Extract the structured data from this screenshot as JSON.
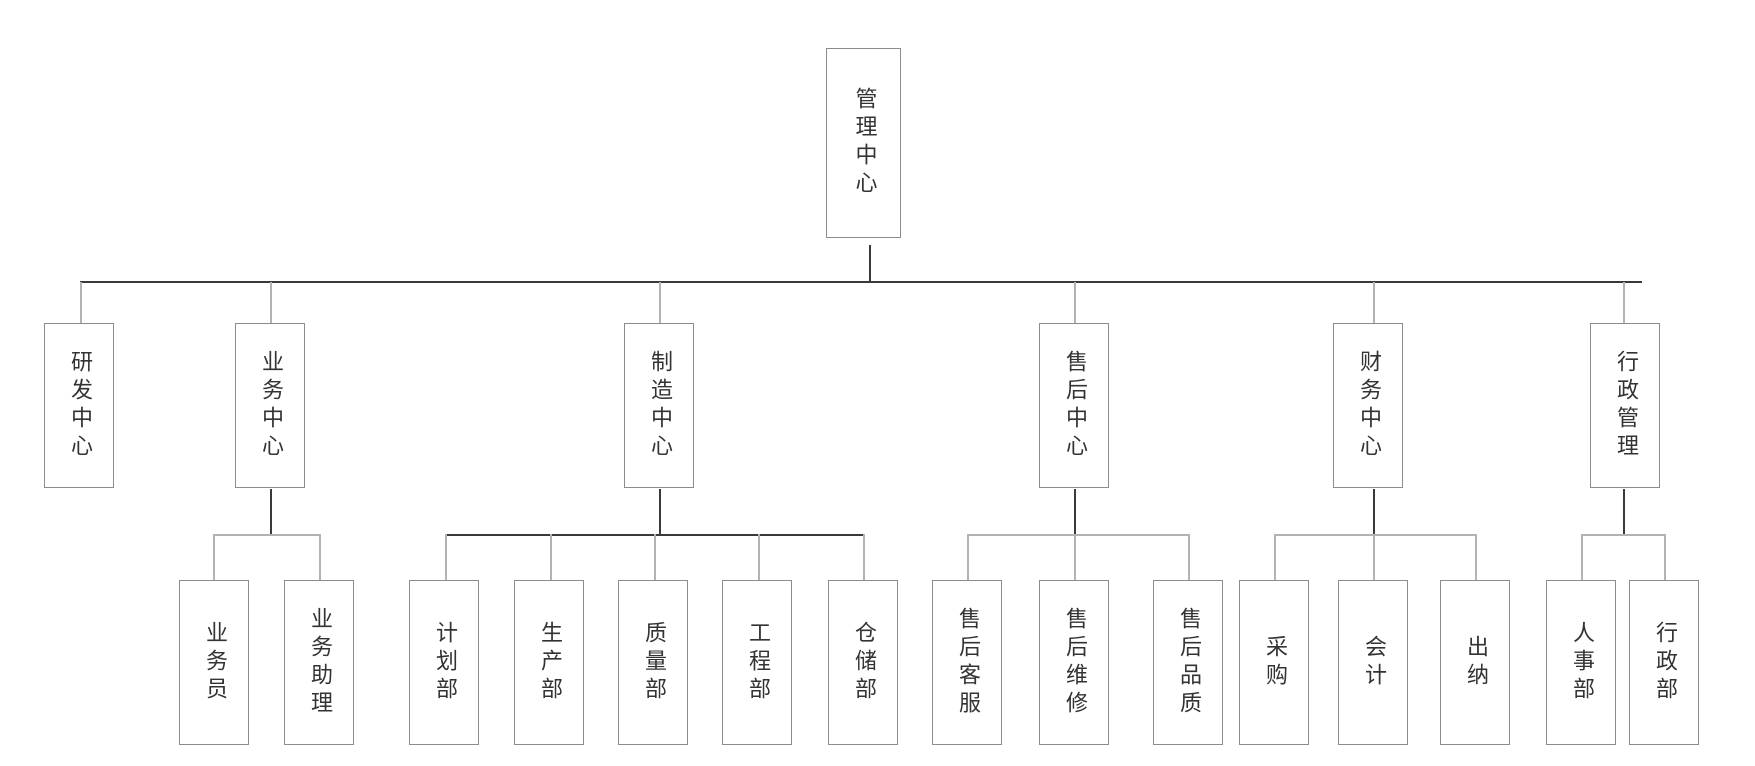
{
  "root": {
    "label": "管理中心"
  },
  "centers": [
    {
      "label": "研发中心",
      "children": []
    },
    {
      "label": "业务中心",
      "children": [
        "业务员",
        "业务助理"
      ]
    },
    {
      "label": "制造中心",
      "children": [
        "计划部",
        "生产部",
        "质量部",
        "工程部",
        "仓储部"
      ]
    },
    {
      "label": "售后中心",
      "children": [
        "售后客服",
        "售后维修",
        "售后品质"
      ]
    },
    {
      "label": "财务中心",
      "children": [
        "采购",
        "会计",
        "出纳"
      ]
    },
    {
      "label": "行政管理",
      "children": [
        "人事部",
        "行政部"
      ]
    }
  ]
}
